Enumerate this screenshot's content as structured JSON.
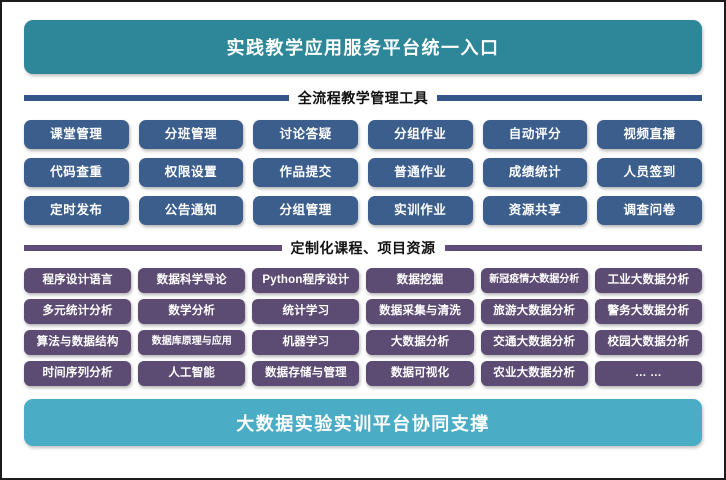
{
  "top_banner": {
    "title": "实践教学应用服务平台统一入口",
    "color": "#2E8699"
  },
  "section_tools": {
    "title": "全流程教学管理工具",
    "rule_color": "#34558B",
    "chip_color": "#3B5E8C",
    "items": [
      "课堂管理",
      "分班管理",
      "讨论答疑",
      "分组作业",
      "自动评分",
      "视频直播",
      "代码查重",
      "权限设置",
      "作品提交",
      "普通作业",
      "成绩统计",
      "人员签到",
      "定时发布",
      "公告通知",
      "分组管理",
      "实训作业",
      "资源共享",
      "调查问卷"
    ]
  },
  "section_courses": {
    "title": "定制化课程、项目资源",
    "rule_color": "#5F4D77",
    "chip_color": "#5C4B72",
    "items": [
      "程序设计语言",
      "数据科学导论",
      "Python程序设计",
      "数据挖掘",
      "新冠疫情大数据分析",
      "工业大数据分析",
      "多元统计分析",
      "数学分析",
      "统计学习",
      "数据采集与清洗",
      "旅游大数据分析",
      "警务大数据分析",
      "算法与数据结构",
      "数据库原理与应用",
      "机器学习",
      "大数据分析",
      "交通大数据分析",
      "校园大数据分析",
      "时间序列分析",
      "人工智能",
      "数据存储与管理",
      "数据可视化",
      "农业大数据分析",
      "… …"
    ]
  },
  "bottom_banner": {
    "title": "大数据实验实训平台协同支撑",
    "color": "#4BACC6"
  }
}
